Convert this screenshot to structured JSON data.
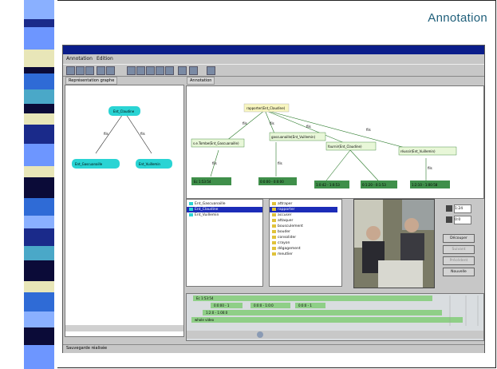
{
  "slide": {
    "title": "Annotation"
  },
  "window": {
    "title": "",
    "title_right": "",
    "menus": [
      "Annotation",
      "Edition"
    ],
    "left_tab": "Représentation graphe",
    "right_tab": "Annotation",
    "status": "Sauvegarde réalisée"
  },
  "left_graph": {
    "root": "Ent_Claudine",
    "children": [
      "Ent_Gascuanaille",
      "Ent_Vuillemin"
    ],
    "edge_labels": [
      "fils",
      "fils"
    ]
  },
  "right_graph": {
    "top": "rapporter(Ent_Claudine)",
    "mid": [
      "s.e.Tombe(Ent_Gascuanaille)",
      "gascuanaille(Ent_Vuillemin)",
      "fournir(Ent_Claudine)",
      "réussir(Ent_Vuillemin)"
    ],
    "leaves": [
      "Ec 1:53:54",
      "0:0:00 - 0:0:00",
      "1:0:42 - 1:0:53",
      "0:1:20 - 0:1:53",
      "1:2:10 - 1:00:58"
    ],
    "edge_labels": [
      "fils",
      "fils",
      "fils",
      "fils",
      "fils",
      "fils",
      "fils"
    ]
  },
  "entity_list": [
    "Ent_Gascuanaille",
    "Ent_Claudine",
    "Ent_Vuillemin"
  ],
  "action_list": [
    "attraper",
    "rapporter",
    "accuser",
    "attaquer",
    "bousculement",
    "bouder",
    "consolider",
    "crayon",
    "dégagement",
    "meutlier"
  ],
  "video_controls": {
    "field1": "1:24",
    "field2": "0:0",
    "buttons": [
      "Découper",
      "Suivant",
      "Précédent",
      "Nouvelle"
    ]
  },
  "timeline": {
    "bars": [
      "Ec 1:53:54",
      "0:0:00 - 1",
      "0:0:0 - 1:0:0",
      "0:0:0 - 1",
      "1:2:0 - 1:00:0",
      "whole video"
    ]
  },
  "colors": {
    "cyan_node": "#2ad4d4",
    "green_node": "#3f8f4a",
    "light_green": "#e8f7d8",
    "selection": "#1c2cb8",
    "titlebar": "#0a1d8a"
  }
}
